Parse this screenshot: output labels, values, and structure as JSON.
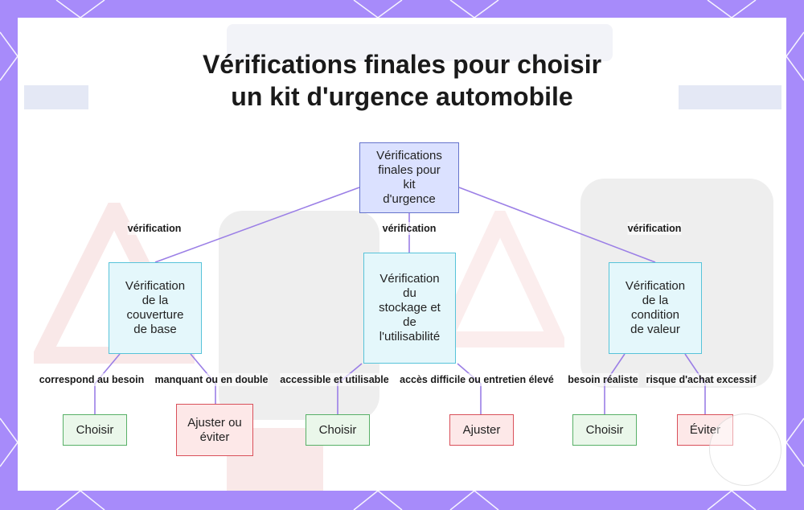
{
  "title_line1": "Vérifications finales pour choisir",
  "title_line2": "un kit d'urgence automobile",
  "root": {
    "lines": [
      "Vérifications",
      "finales pour",
      "kit",
      "d'urgence"
    ]
  },
  "checks": [
    {
      "edge_label": "vérification",
      "lines": [
        "Vérification",
        "de la",
        "couverture",
        "de base"
      ],
      "yes_label": "correspond au besoin",
      "no_label": "manquant ou en double",
      "yes_result": [
        "Choisir"
      ],
      "no_result": [
        "Ajuster ou",
        "éviter"
      ]
    },
    {
      "edge_label": "vérification",
      "lines": [
        "Vérification",
        "du",
        "stockage et",
        "de",
        "l'utilisabilité"
      ],
      "yes_label": "accessible et utilisable",
      "no_label": "accès difficile ou entretien élevé",
      "yes_result": [
        "Choisir"
      ],
      "no_result": [
        "Ajuster"
      ]
    },
    {
      "edge_label": "vérification",
      "lines": [
        "Vérification",
        "de la",
        "condition",
        "de valeur"
      ],
      "yes_label": "besoin réaliste",
      "no_label": "risque d'achat excessif",
      "yes_result": [
        "Choisir"
      ],
      "no_result": [
        "Éviter"
      ]
    }
  ],
  "colors": {
    "frame": "#a78bfa",
    "edge": "#9b7fe6",
    "root_fill": "#dbe1ff",
    "check_border": "#57c3d9",
    "good_border": "#58b067",
    "bad_border": "#d9505a"
  }
}
